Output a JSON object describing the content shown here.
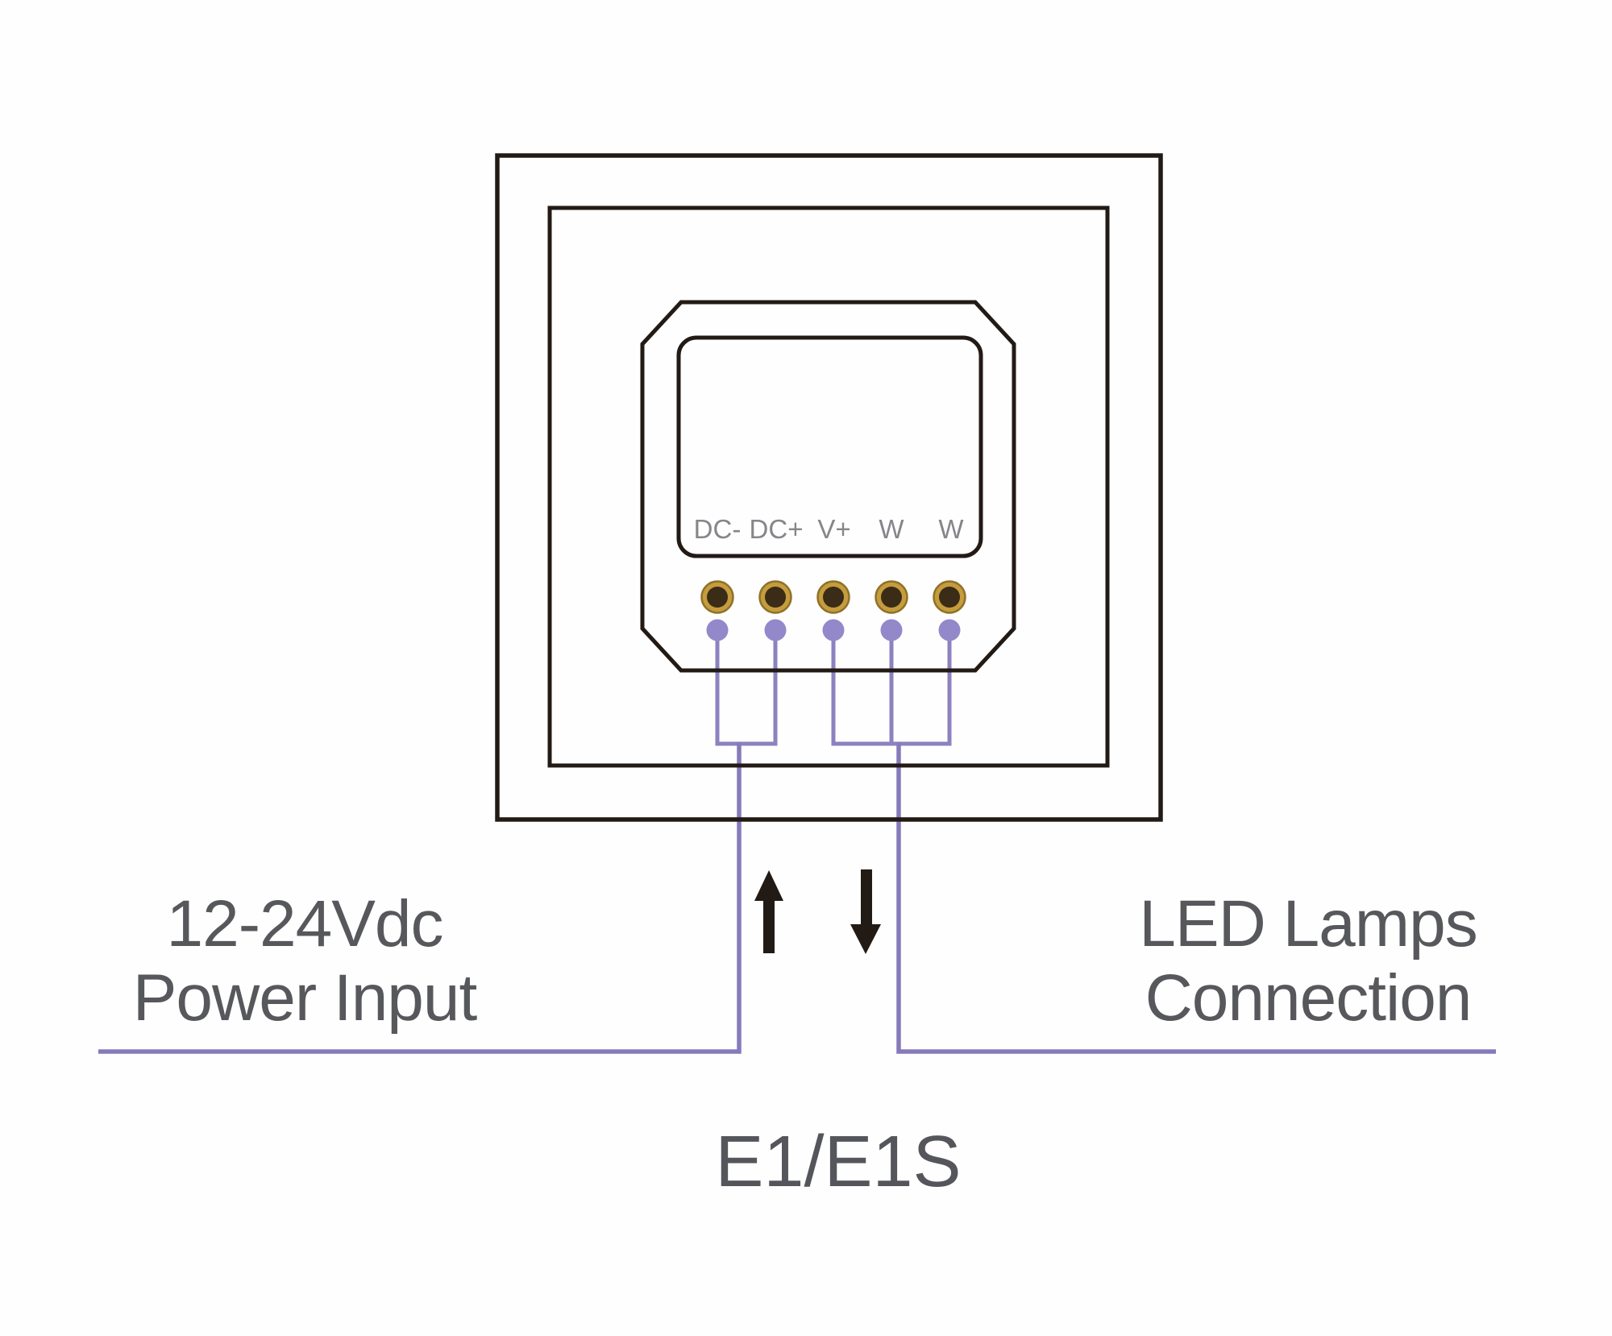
{
  "diagram": {
    "device_model": "E1/E1S",
    "power_label": {
      "line1": "12-24Vdc",
      "line2": "Power Input"
    },
    "led_label": {
      "line1": "LED Lamps",
      "line2": "Connection"
    },
    "terminals": [
      {
        "label": "DC-"
      },
      {
        "label": "DC+"
      },
      {
        "label": "V+"
      },
      {
        "label": "W"
      },
      {
        "label": "W"
      }
    ],
    "arrows": {
      "input": "up-arrow",
      "output": "down-arrow"
    },
    "colors": {
      "outline_black": "#221a15",
      "label_gray": "#57585c",
      "terminal_label_gray": "#85868a",
      "wire_purple": "#8d81c0",
      "wire_dot_purple": "#9388c9",
      "terminal_ring_gold": "#c59c3e",
      "terminal_hole_brown": "#3a2c16"
    }
  }
}
